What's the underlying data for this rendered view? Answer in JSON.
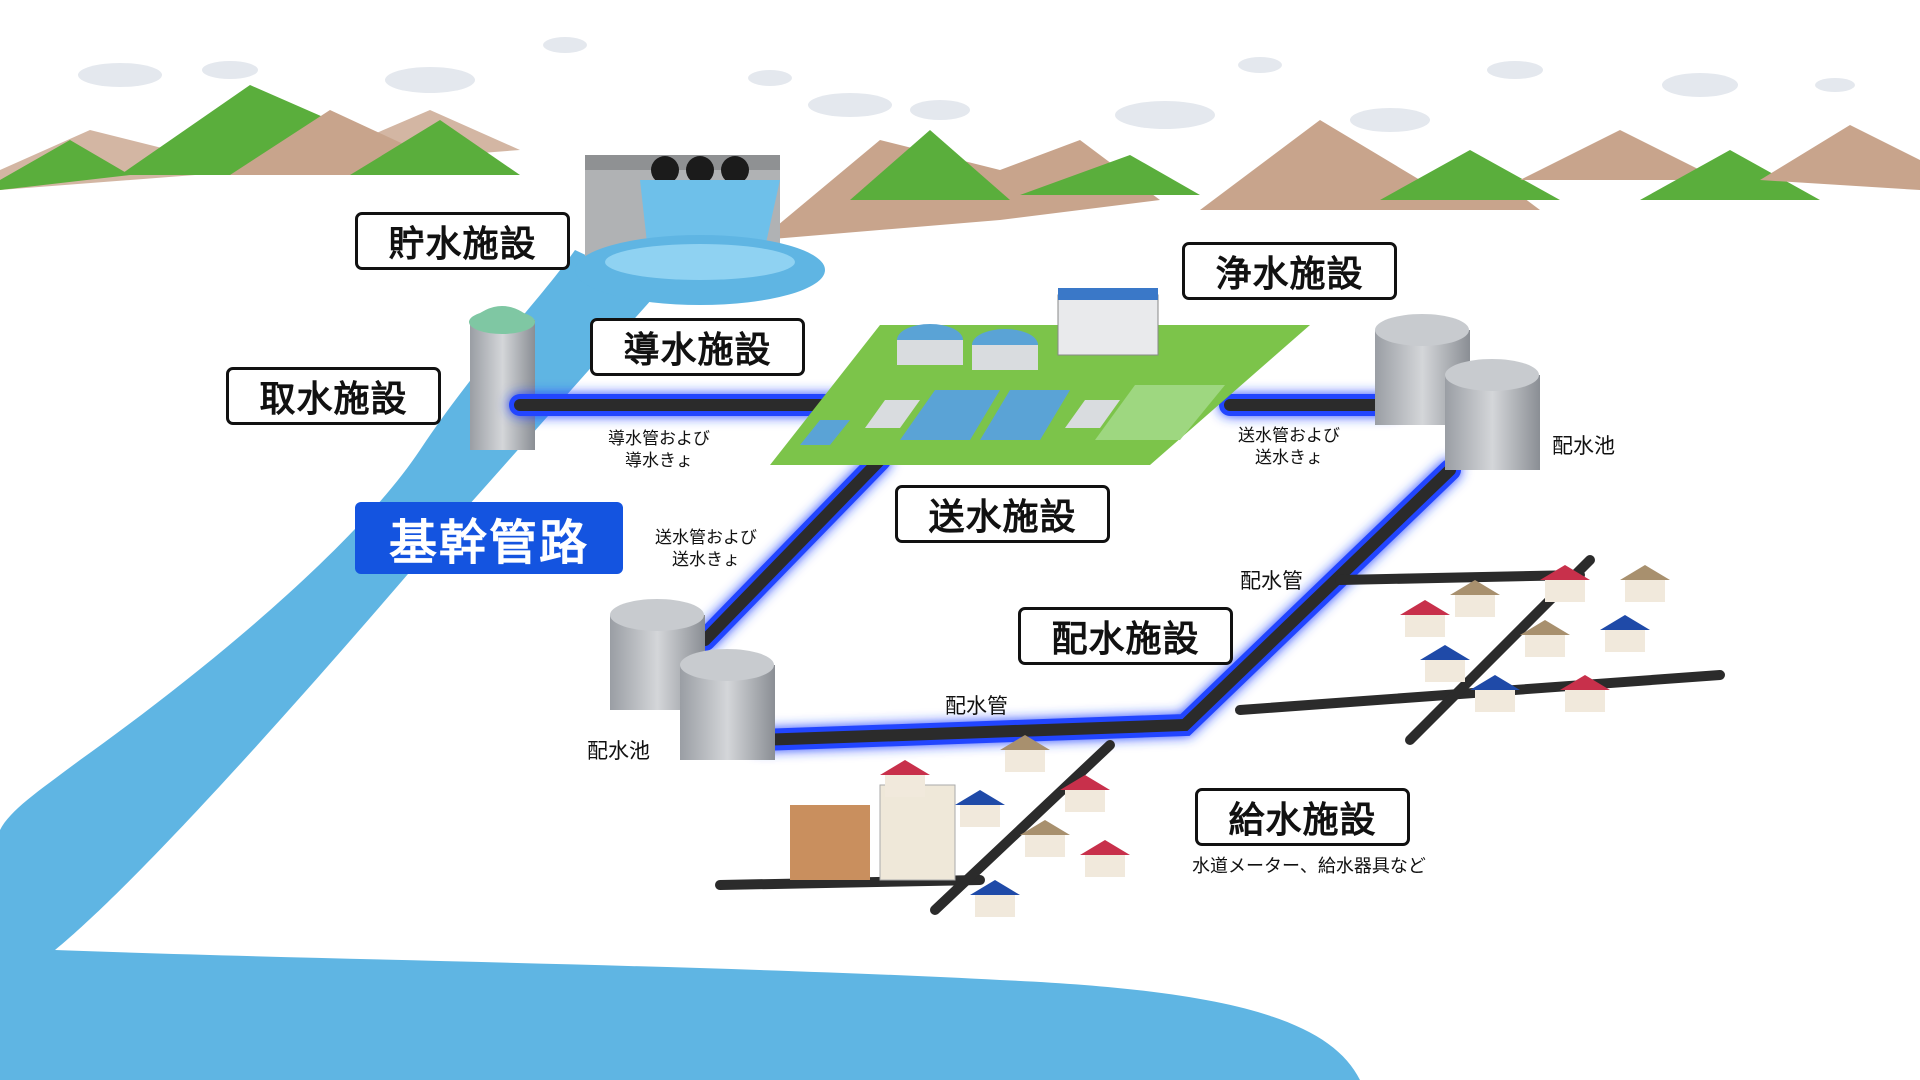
{
  "labels": {
    "storage": "貯水施設",
    "intake": "取水施設",
    "conveyance": "導水施設",
    "purification": "浄水施設",
    "transmission": "送水施設",
    "distribution": "配水施設",
    "supply": "給水施設",
    "trunk": "基幹管路"
  },
  "notes": {
    "conveyance_pipe_line1": "導水管および",
    "conveyance_pipe_line2": "導水きょ",
    "transmission_pipe_right_line1": "送水管および",
    "transmission_pipe_right_line2": "送水きょ",
    "transmission_pipe_left_line1": "送水管および",
    "transmission_pipe_left_line2": "送水きょ",
    "reservoir_right": "配水池",
    "reservoir_left": "配水池",
    "distribution_pipe_upper": "配水管",
    "distribution_pipe_lower": "配水管",
    "supply_detail": "水道メーター、給水器具など"
  },
  "colors": {
    "river": "#5fb5e3",
    "trunk_glow": "#2244ff",
    "pipe": "#2b2b2b",
    "plant_ground": "#7cc44a",
    "trunk_label_bg": "#1454e0",
    "mountain_green": "#5aae3c",
    "mountain_brown": "#c8a48c"
  }
}
